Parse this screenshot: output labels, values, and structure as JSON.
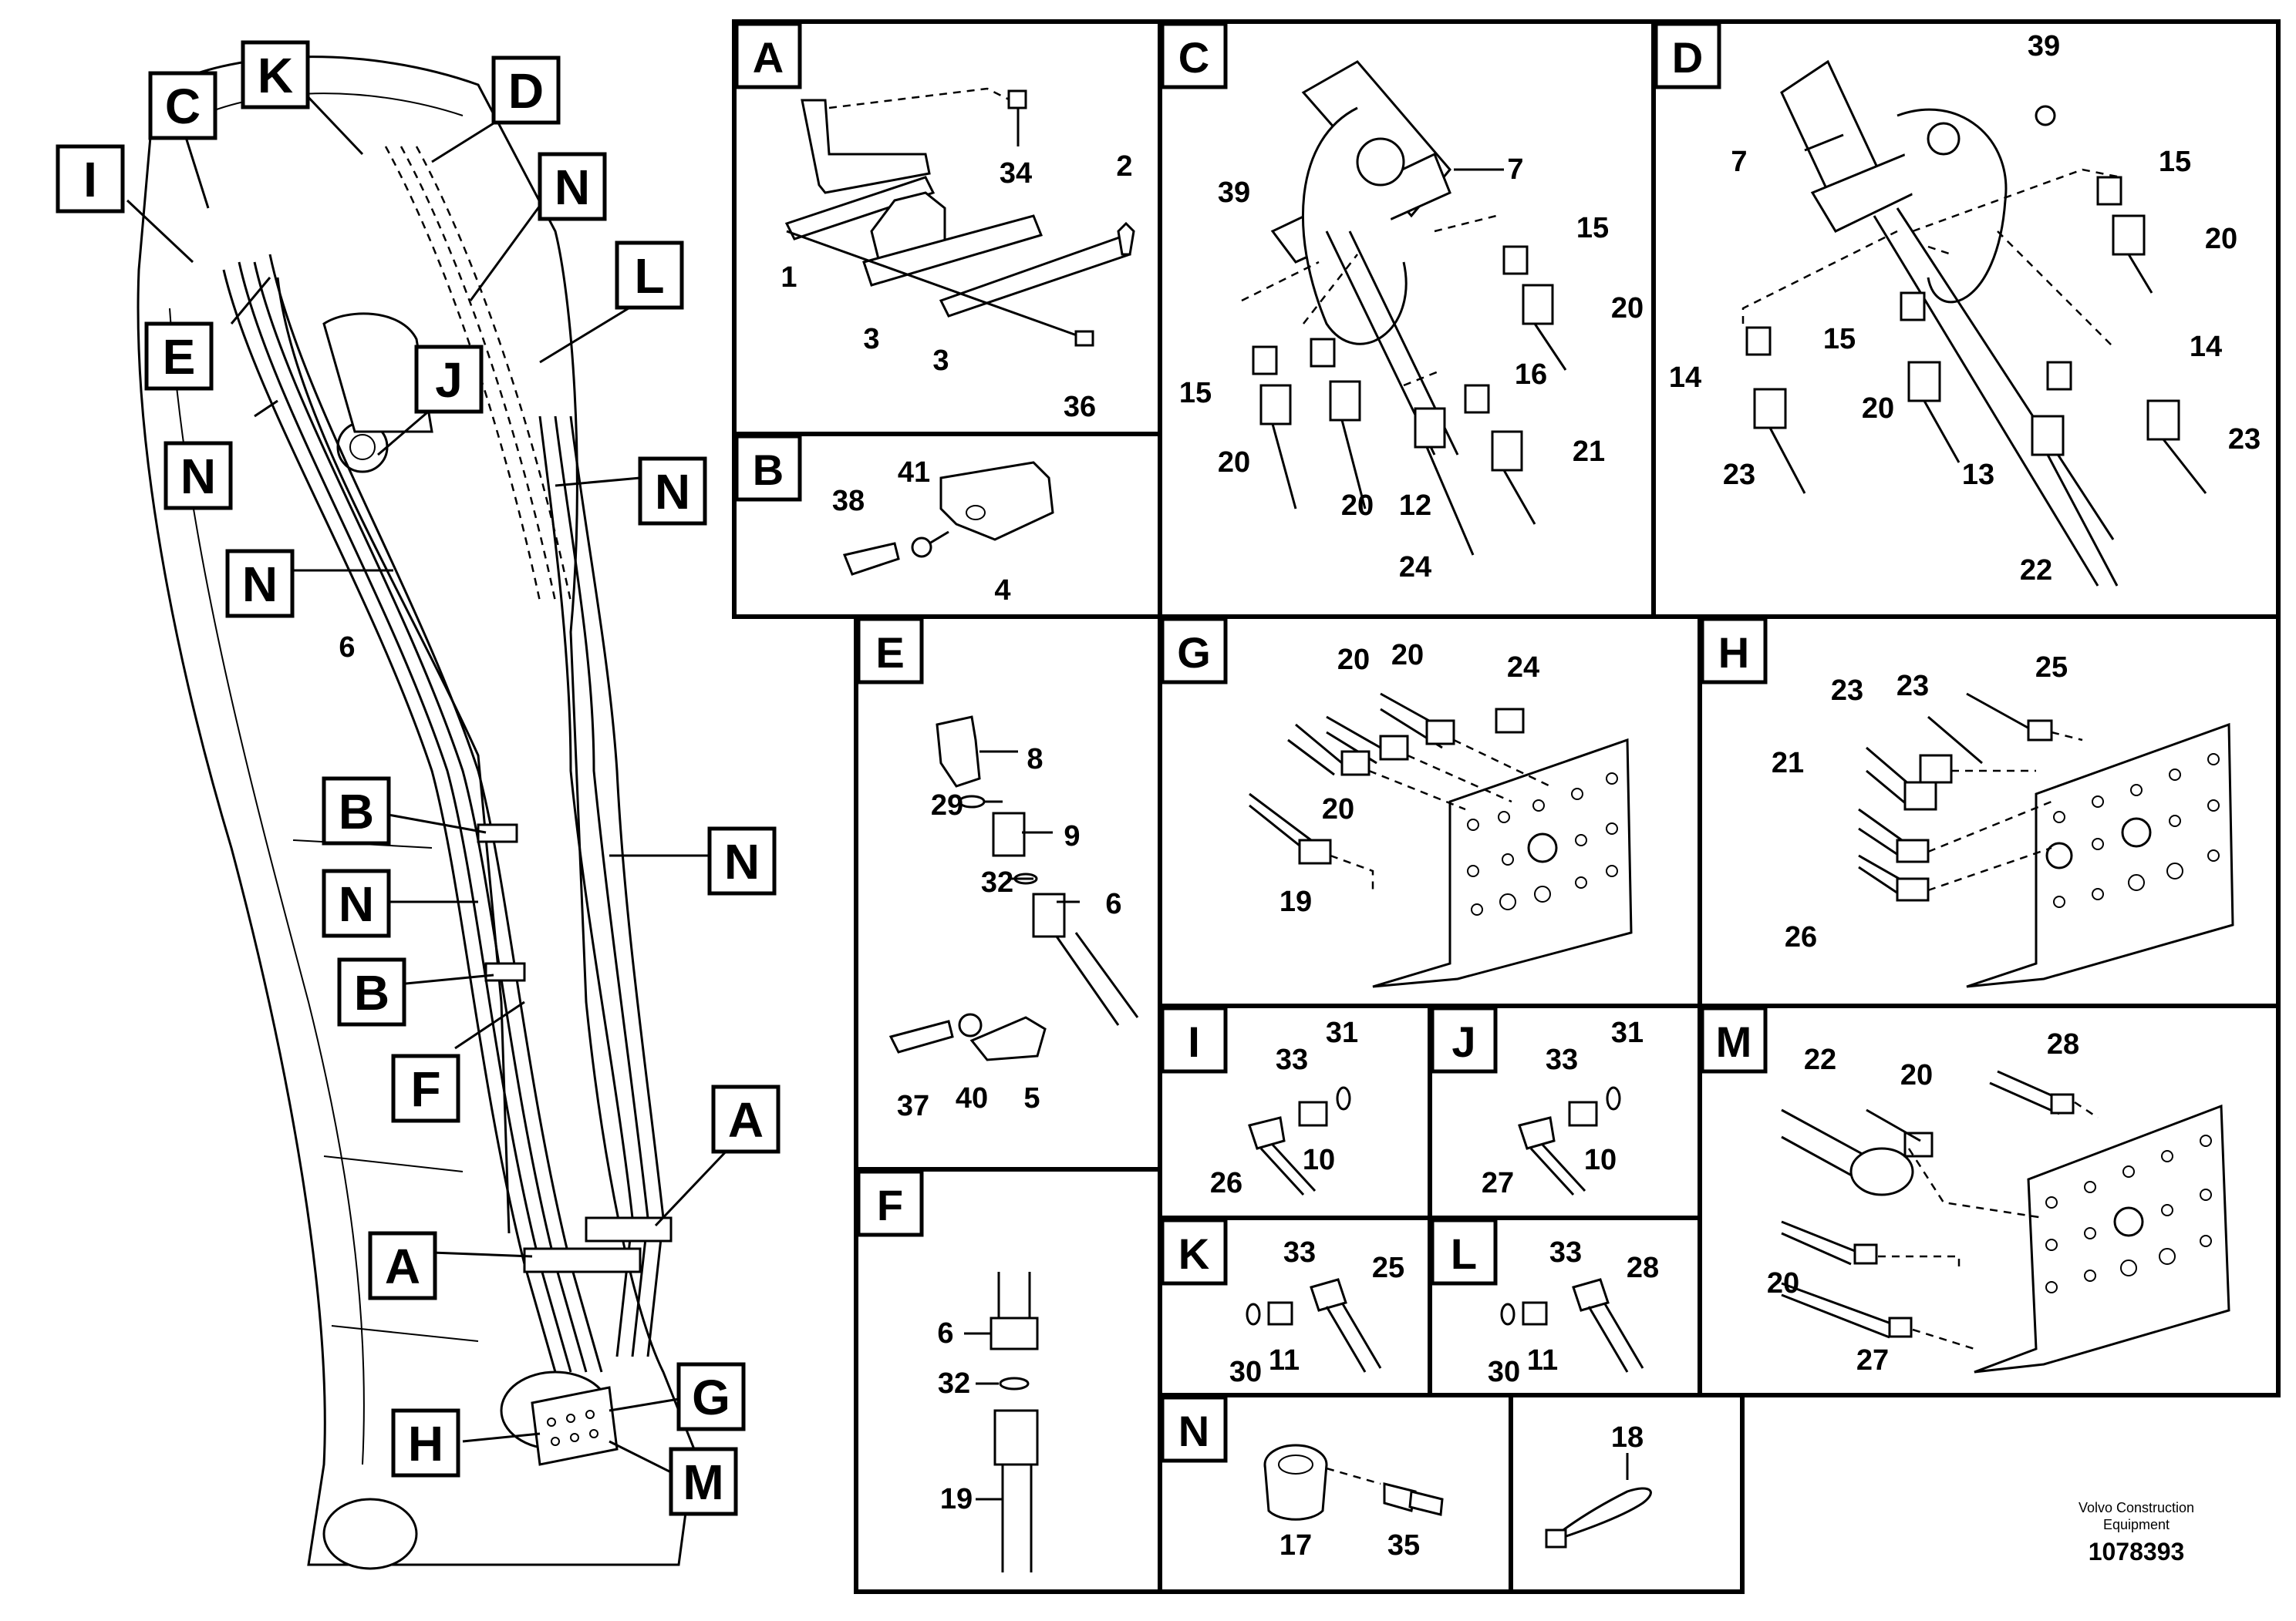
{
  "panels": {
    "A": {
      "title": "A",
      "labels": [
        "34",
        "2",
        "1",
        "3",
        "3",
        "36"
      ]
    },
    "B": {
      "title": "B",
      "labels": [
        "38",
        "41",
        "4"
      ]
    },
    "C": {
      "title": "C",
      "labels": [
        "7",
        "39",
        "15",
        "20",
        "15",
        "16",
        "20",
        "20",
        "12",
        "21",
        "24"
      ]
    },
    "D": {
      "title": "D",
      "labels": [
        "39",
        "7",
        "15",
        "20",
        "15",
        "14",
        "14",
        "20",
        "23",
        "13",
        "23",
        "22"
      ]
    },
    "E": {
      "title": "E",
      "labels": [
        "8",
        "29",
        "9",
        "32",
        "6",
        "5",
        "37",
        "40"
      ]
    },
    "F": {
      "title": "F",
      "labels": [
        "6",
        "32",
        "19"
      ]
    },
    "G": {
      "title": "G",
      "labels": [
        "20",
        "20",
        "24",
        "20",
        "19"
      ]
    },
    "H": {
      "title": "H",
      "labels": [
        "23",
        "23",
        "25",
        "21",
        "26"
      ]
    },
    "I": {
      "title": "I",
      "labels": [
        "33",
        "31",
        "10",
        "26"
      ]
    },
    "J": {
      "title": "J",
      "labels": [
        "33",
        "31",
        "10",
        "27"
      ]
    },
    "M": {
      "title": "M",
      "labels": [
        "22",
        "20",
        "28",
        "20",
        "27"
      ]
    },
    "K": {
      "title": "K",
      "labels": [
        "33",
        "25",
        "30",
        "11"
      ]
    },
    "L": {
      "title": "L",
      "labels": [
        "33",
        "28",
        "30",
        "11"
      ]
    },
    "N": {
      "title": "N",
      "labels": [
        "17",
        "35"
      ]
    },
    "extra": {
      "labels": [
        "18"
      ]
    }
  },
  "overview": {
    "callouts": [
      "K",
      "D",
      "C",
      "I",
      "N",
      "L",
      "E",
      "J",
      "N",
      "N",
      "N",
      "B",
      "N",
      "N",
      "B",
      "F",
      "A",
      "A",
      "G",
      "H",
      "M"
    ],
    "hose_label": "6"
  },
  "brand": {
    "line1": "Volvo Construction",
    "line2": "Equipment",
    "drawing_number": "1078393"
  }
}
